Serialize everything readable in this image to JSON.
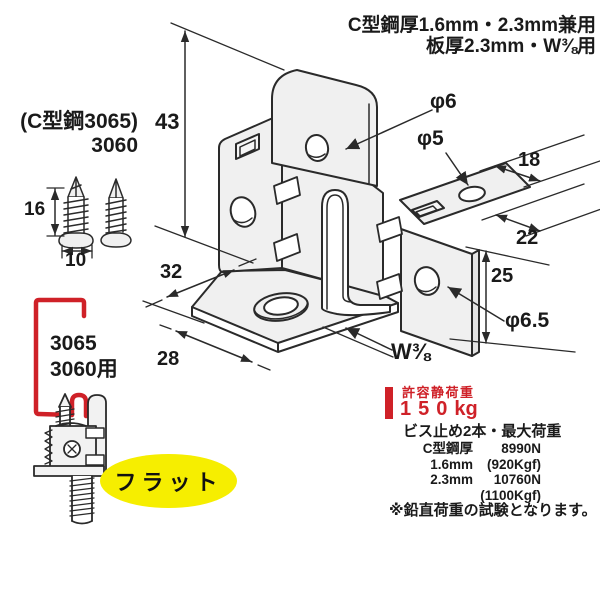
{
  "colors": {
    "red": "#cf2128",
    "yellow": "#f6ee00",
    "line": "#2a2a2a",
    "metal": "#f0f0f0"
  },
  "header": {
    "line1": "C型鋼厚1.6mm・2.3mm兼用",
    "line2": "板厚2.3mm・W⅜用"
  },
  "left_labels": {
    "model": "(C型鋼3065)",
    "model2": "3060"
  },
  "dimensions": {
    "height": "43",
    "screw_length": "16",
    "screw_head": "10",
    "base_depth": "32",
    "base_width": "28",
    "shelf_top": "18",
    "shelf_bottom": "22",
    "side_height": "25"
  },
  "holes": {
    "phi6": "φ6",
    "phi5": "φ5",
    "phi65": "φ6.5",
    "w38": "W⅜"
  },
  "channel_use": {
    "line1": "3065",
    "line2": "3060用"
  },
  "flat_badge": {
    "label": "フラット"
  },
  "load_spec": {
    "title": "許容静荷重",
    "value_num": "150",
    "value_unit": "kg",
    "subtitle": "ビス止め2本・最大荷重",
    "rows": [
      {
        "label": "C型鋼厚1.6mm",
        "value": "8990N"
      },
      {
        "label": "",
        "value": "(920Kgf)"
      },
      {
        "label": "2.3mm",
        "value": "10760N"
      },
      {
        "label": "",
        "value": "(1100Kgf)"
      }
    ],
    "note": "※鉛直荷重の試験となります。"
  }
}
